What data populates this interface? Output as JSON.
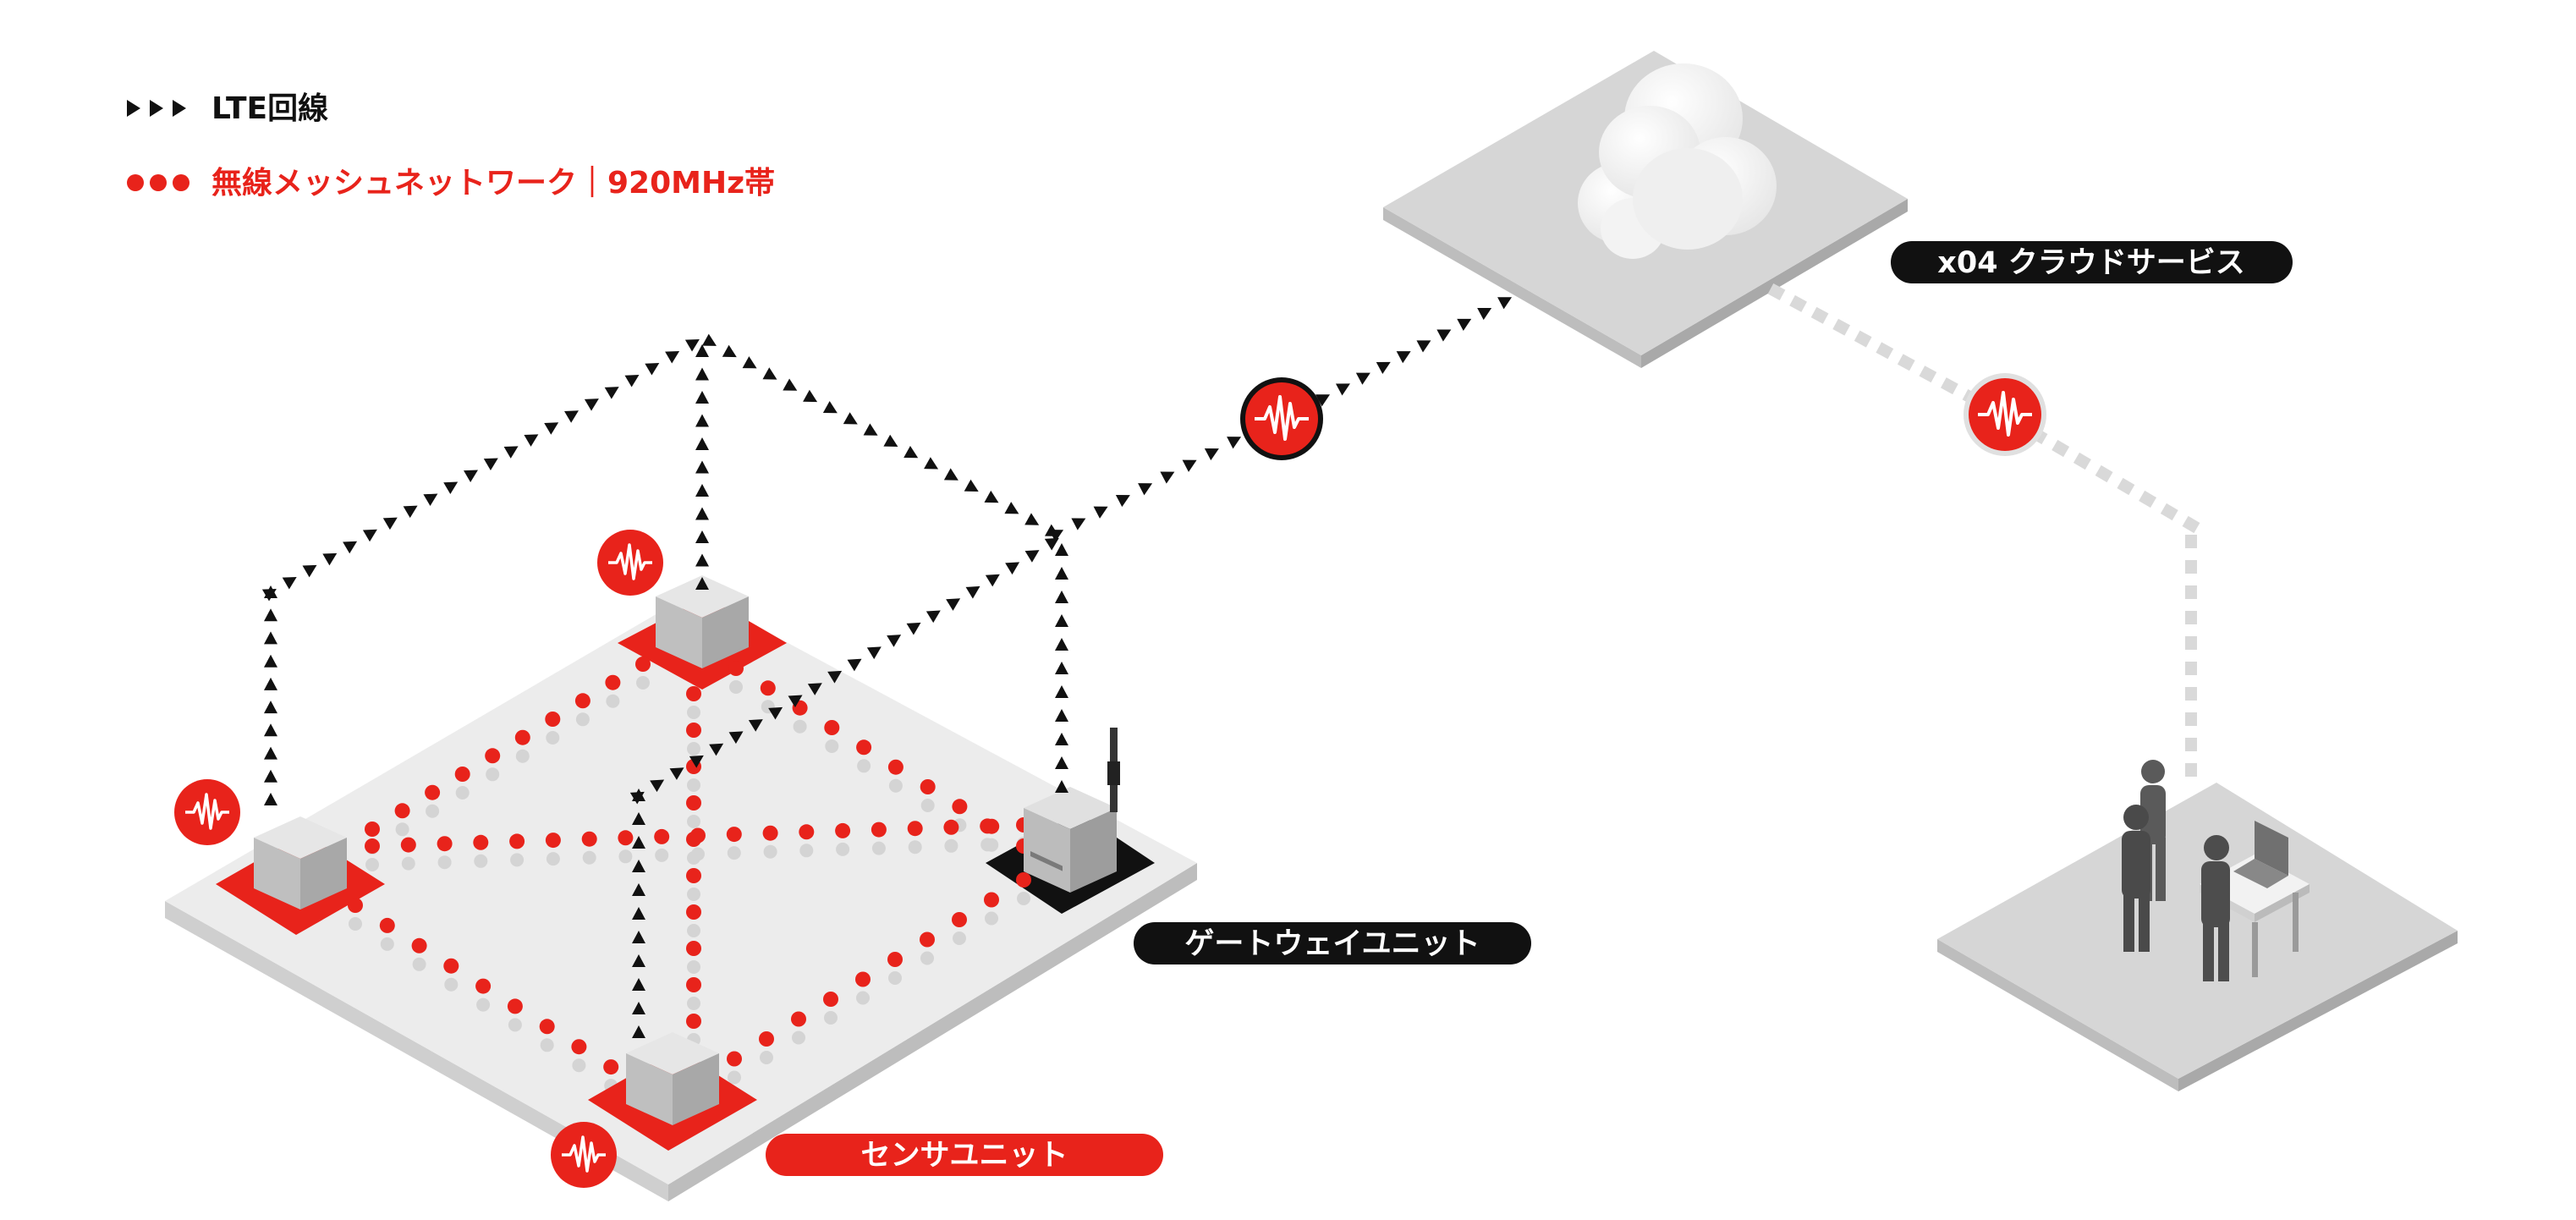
{
  "legend": {
    "lte_label": "LTE回線",
    "mesh_label": "無線メッシュネットワーク｜920MHz帯"
  },
  "labels": {
    "cloud_service": "x04 クラウドサービス",
    "gateway_unit": "ゲートウェイユニット",
    "sensor_unit": "センサユニット"
  },
  "colors": {
    "red": "#e8231b",
    "black": "#111111",
    "platform": "#ececec",
    "platform_edge": "#cfcfcf",
    "cloud_platform": "#d6d6d6",
    "dotted_gray": "#d9d9d9"
  },
  "icons": [
    "lte-arrow-icon",
    "mesh-dot-icon",
    "cloud-icon",
    "signal-wave-icon",
    "box-icon",
    "gateway-device-icon",
    "antenna-icon",
    "person-icon",
    "laptop-icon",
    "desk-icon"
  ]
}
